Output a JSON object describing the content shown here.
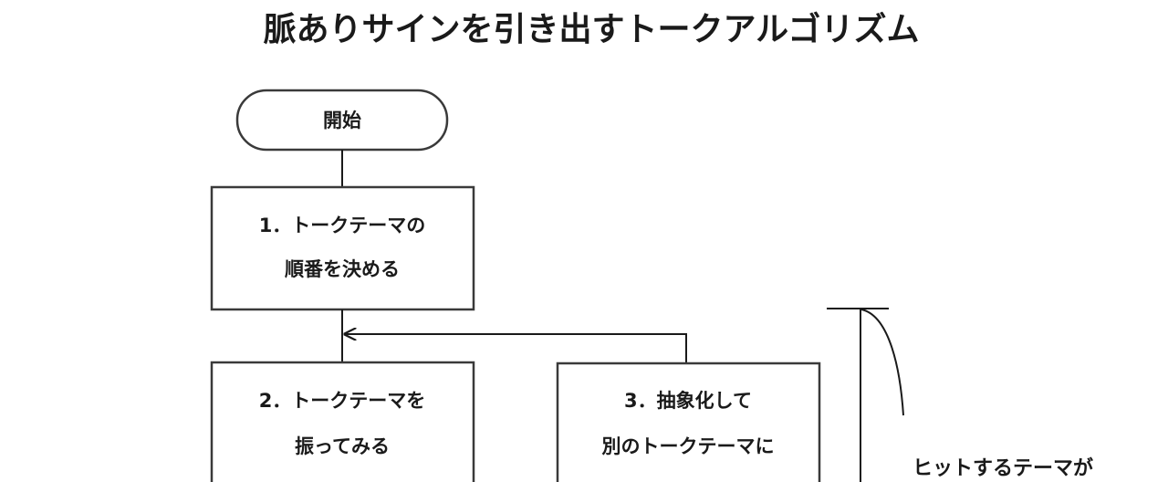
{
  "title": "脈ありサインを引き出すトークアルゴリズム",
  "nodes": {
    "start": {
      "label": "開始"
    },
    "step1": {
      "line1": "1．トークテーマの",
      "line2": "順番を決める"
    },
    "step2": {
      "line1": "2．トークテーマを",
      "line2": "振ってみる"
    },
    "step3": {
      "line1": "3．抽象化して",
      "line2": "別のトークテーマに"
    }
  },
  "side_note": {
    "text": "ヒットするテーマが"
  },
  "colors": {
    "stroke": "#3a3a3a",
    "text": "#1a1a1a",
    "background": "#ffffff"
  }
}
